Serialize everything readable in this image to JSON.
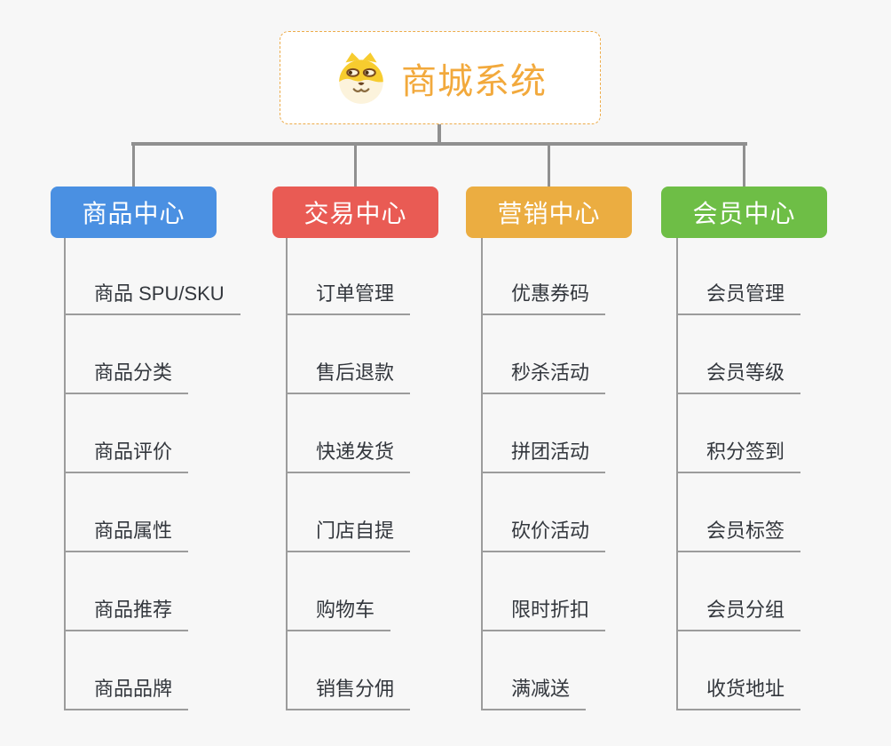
{
  "app": {
    "background_color": "#F7F7F7",
    "connector_color": "#909090",
    "underline_color": "#9C9C9C",
    "leaf_text_color": "#33373D"
  },
  "root": {
    "title": "商城系统",
    "icon": "doge-icon",
    "text_color": "#F2A93C",
    "border_color": "#EDAC4A",
    "background": "#FFFFFF"
  },
  "branches": [
    {
      "label": "商品中心",
      "color": "#4A90E2",
      "items": [
        "商品 SPU/SKU",
        "商品分类",
        "商品评价",
        "商品属性",
        "商品推荐",
        "商品品牌"
      ]
    },
    {
      "label": "交易中心",
      "color": "#E95B54",
      "items": [
        "订单管理",
        "售后退款",
        "快递发货",
        "门店自提",
        "购物车",
        "销售分佣"
      ]
    },
    {
      "label": "营销中心",
      "color": "#EBAD41",
      "items": [
        "优惠券码",
        "秒杀活动",
        "拼团活动",
        "砍价活动",
        "限时折扣",
        "满减送"
      ]
    },
    {
      "label": "会员中心",
      "color": "#6EBE46",
      "items": [
        "会员管理",
        "会员等级",
        "积分签到",
        "会员标签",
        "会员分组",
        "收货地址"
      ]
    }
  ]
}
